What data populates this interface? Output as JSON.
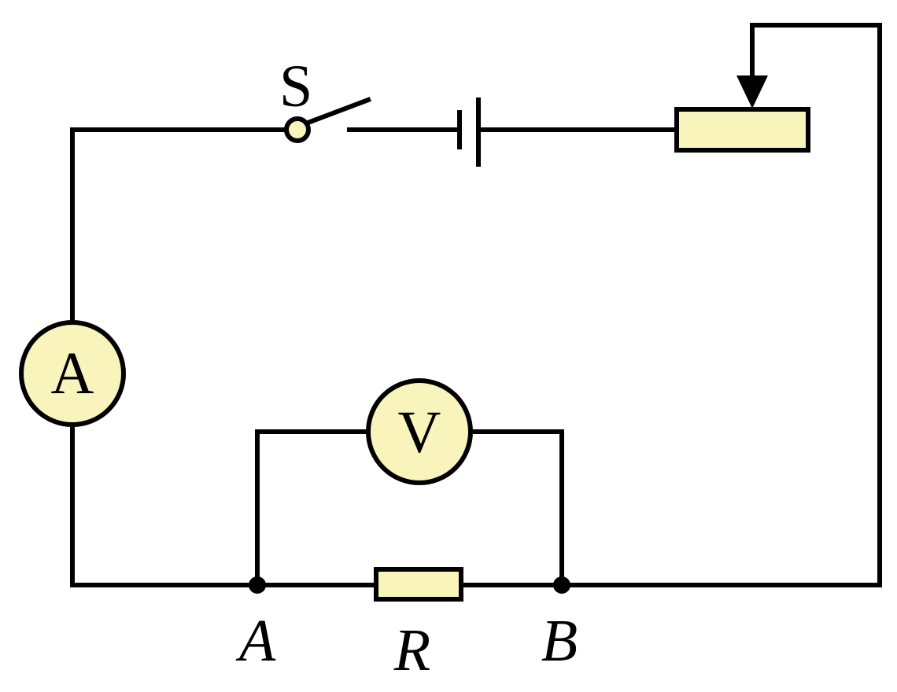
{
  "diagram": {
    "labels": {
      "switch": "S",
      "ammeter": "A",
      "voltmeter": "V",
      "node_a": "A",
      "node_b": "B",
      "resistor": "R"
    },
    "colors": {
      "component_fill": "#f9f4bc",
      "stroke": "#000000",
      "background": "#ffffff"
    }
  }
}
